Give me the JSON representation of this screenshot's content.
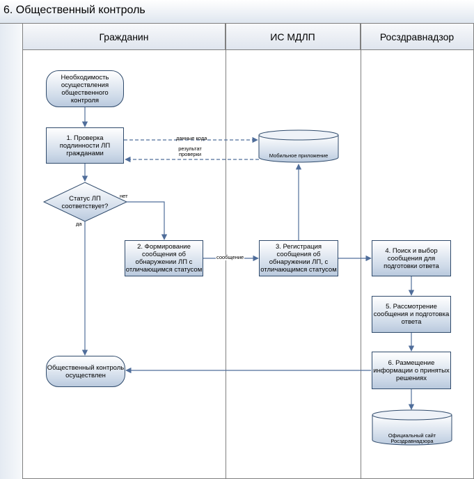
{
  "title": "6. Общественный контроль",
  "lanes": [
    "Гражданин",
    "ИС МДЛП",
    "Росздравнадзор"
  ],
  "nodes": {
    "start": "Необходимость осуществления общественного контроля",
    "step1": "1. Проверка подлинности ЛП гражданами",
    "mobile_app": "Мобильное приложение",
    "decision": "Статус ЛП соответствует?",
    "step2": "2. Формирование сообщения об обнаружении ЛП с отличающимся статусом",
    "step3": "3. Регистрация сообщения об обнаружении ЛП, с отличающимся статусом",
    "step4": "4. Поиск и выбор сообщения для подготовки ответа",
    "step5": "5. Рассмотрение сообщения и подготовка ответа",
    "step6": "6. Размещение информации о принятых решениях",
    "end": "Общественный контроль осуществлен",
    "official_site": "Официальный сайт Росздравнадзора"
  },
  "edge_labels": {
    "code_data": "данные кода",
    "check_result": "результат проверки",
    "no": "нет",
    "yes": "да",
    "message": "сообщение"
  },
  "colors": {
    "arrow": "#4f6d9a",
    "node_border": "#2f4a6b",
    "node_fill_top": "#ffffff",
    "node_fill_bottom": "#b9c9dd"
  }
}
